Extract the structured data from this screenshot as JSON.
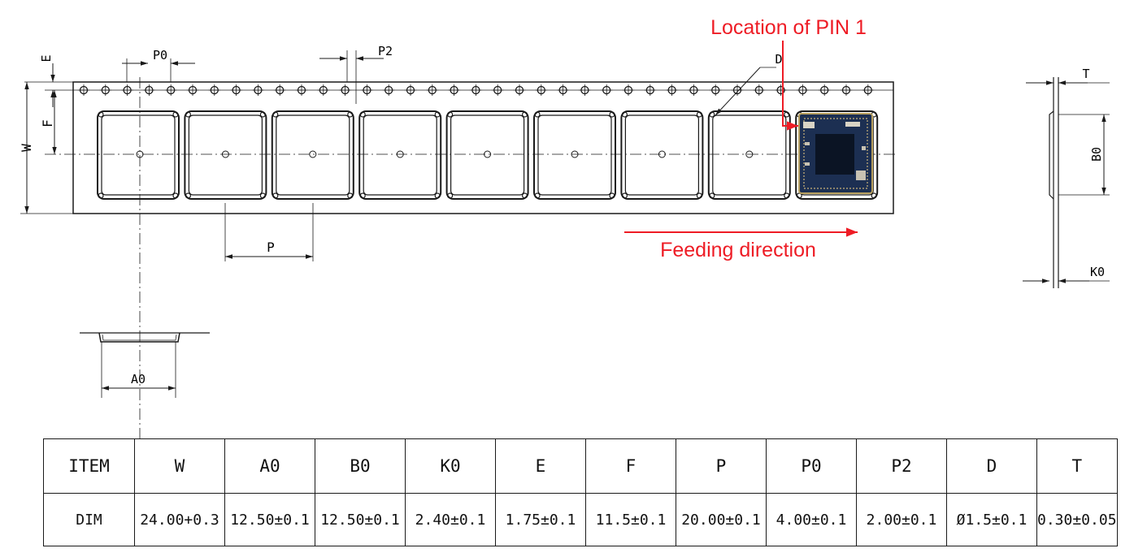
{
  "annotations": {
    "pin1_label": "Location of PIN 1",
    "feed_label": "Feeding direction"
  },
  "dimension_labels": {
    "E": "E",
    "W": "W",
    "F": "F",
    "P0": "P0",
    "P2": "P2",
    "D": "D",
    "P": "P",
    "A0": "A0",
    "B0": "B0",
    "K0": "K0",
    "T": "T"
  },
  "tape": {
    "pocket_count": 9,
    "sprocket_hole_count": 37
  },
  "table": {
    "header": [
      "ITEM",
      "W",
      "A0",
      "B0",
      "K0",
      "E",
      "F",
      "P",
      "P0",
      "P2",
      "D",
      "T"
    ],
    "row": [
      "DIM",
      "24.00+0.3",
      "12.50±0.1",
      "12.50±0.1",
      "2.40±0.1",
      "1.75±0.1",
      "11.5±0.1",
      "20.00±0.1",
      "4.00±0.1",
      "2.00±0.1",
      "Ø1.5±0.1",
      "0.30±0.05"
    ]
  },
  "colors": {
    "line": "#1a1a1a",
    "annotation": "#ee1c25",
    "module_pcb": "#1c2f52"
  }
}
